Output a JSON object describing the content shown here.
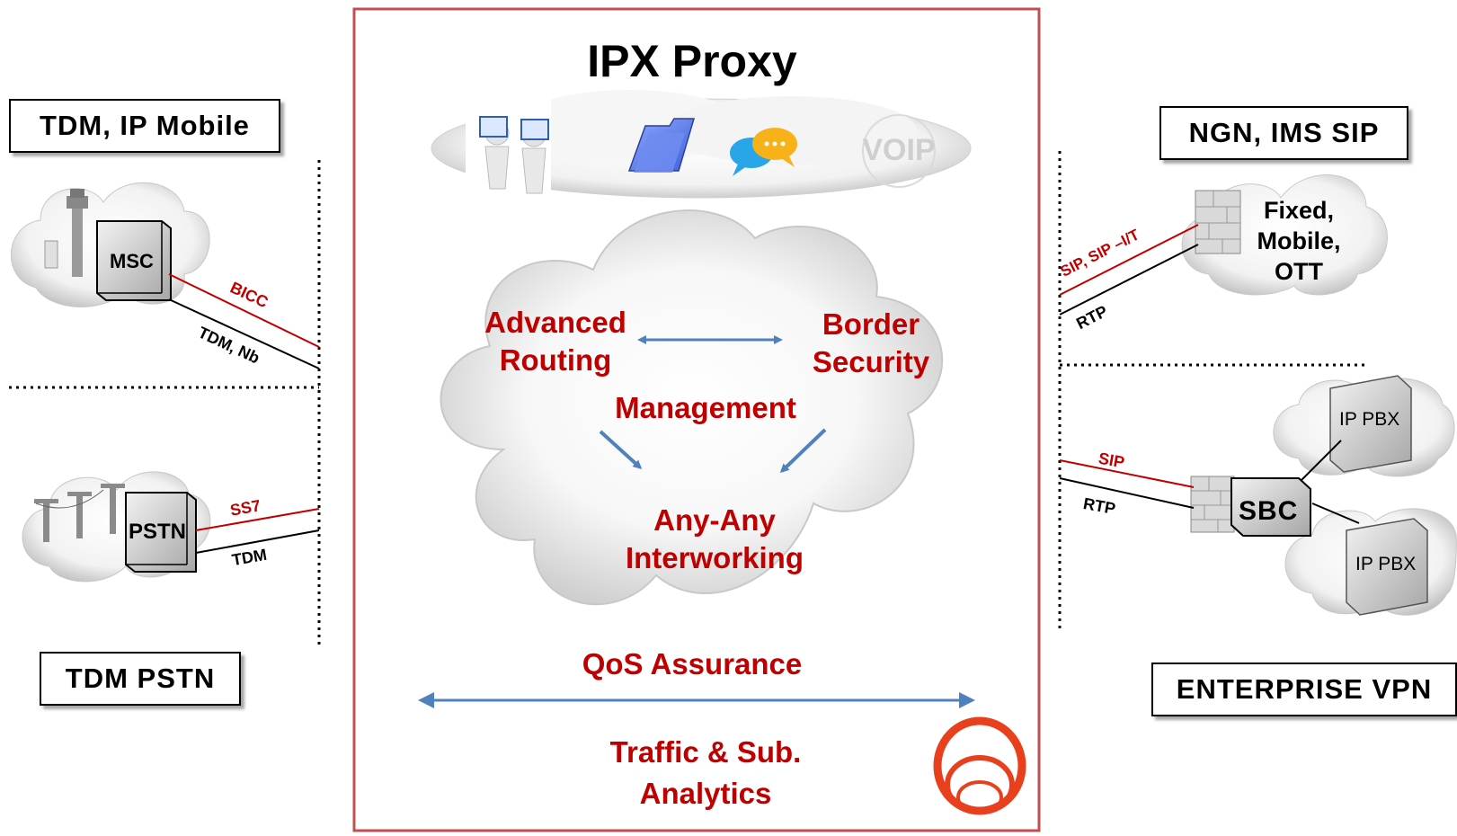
{
  "title": "IPX Proxy",
  "left": {
    "top_box": "TDM, IP Mobile",
    "bottom_box": "TDM PSTN",
    "msc_label": "MSC",
    "pstn_label": "PSTN",
    "link_bicc": "BICC",
    "link_tdm_nb": "TDM, Nb",
    "link_ss7": "SS7",
    "link_tdm": "TDM"
  },
  "right": {
    "top_box": "NGN, IMS SIP",
    "bottom_box": "ENTERPRISE VPN",
    "fixed_line1": "Fixed,",
    "fixed_line2": "Mobile,",
    "fixed_line3": "OTT",
    "link_sip_sipit": "SIP, SIP –I/T",
    "link_rtp_top": "RTP",
    "link_sip": "SIP",
    "link_rtp_bottom": "RTP",
    "sbc_label": "SBC",
    "pbx1_label": "IP PBX",
    "pbx2_label": "IP PBX"
  },
  "center": {
    "advanced_routing_l1": "Advanced",
    "advanced_routing_l2": "Routing",
    "border_security_l1": "Border",
    "border_security_l2": "Security",
    "management": "Management",
    "interworking_l1": "Any-Any",
    "interworking_l2": "Interworking",
    "qos": "QoS Assurance",
    "analytics_l1": "Traffic & Sub.",
    "analytics_l2": "Analytics",
    "voip_text": "VOIP"
  },
  "colors": {
    "accent_red": "#c00000",
    "frame": "#c0504d",
    "arrow_blue": "#4f81bd"
  }
}
